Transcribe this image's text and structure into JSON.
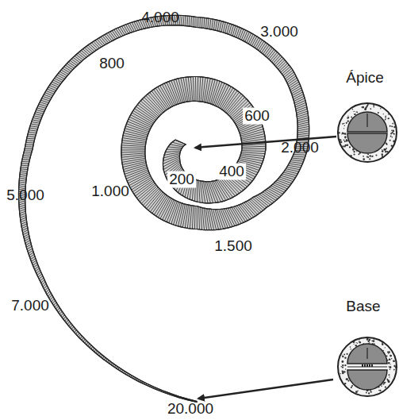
{
  "diagram": {
    "labels": [
      "4.000",
      "3.000",
      "800",
      "600",
      "2.000",
      "5.000",
      "1.000",
      "200",
      "400",
      "1.500",
      "7.000",
      "20.000",
      "Ápice",
      "Base"
    ]
  }
}
